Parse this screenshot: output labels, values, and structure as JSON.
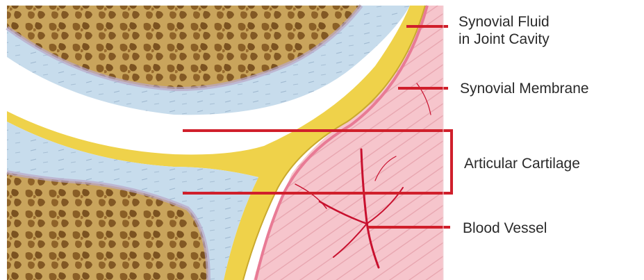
{
  "labels": {
    "synovial_fluid": {
      "line1": "Synovial Fluid",
      "line2": "in Joint Cavity"
    },
    "synovial_membrane": "Synovial Membrane",
    "articular_cartilage": "Articular Cartilage",
    "blood_vessel": "Blood Vessel"
  },
  "colors": {
    "bone": "#c9a45c",
    "bone_pore": "#8a5f26",
    "cartilage": "#c7dcec",
    "synovial_fluid": "#efd24a",
    "synovial_membrane": "#f3b3bf",
    "capsule": "#f7cfd5",
    "leader": "#d01f2b",
    "vessel": "#c8102e"
  }
}
